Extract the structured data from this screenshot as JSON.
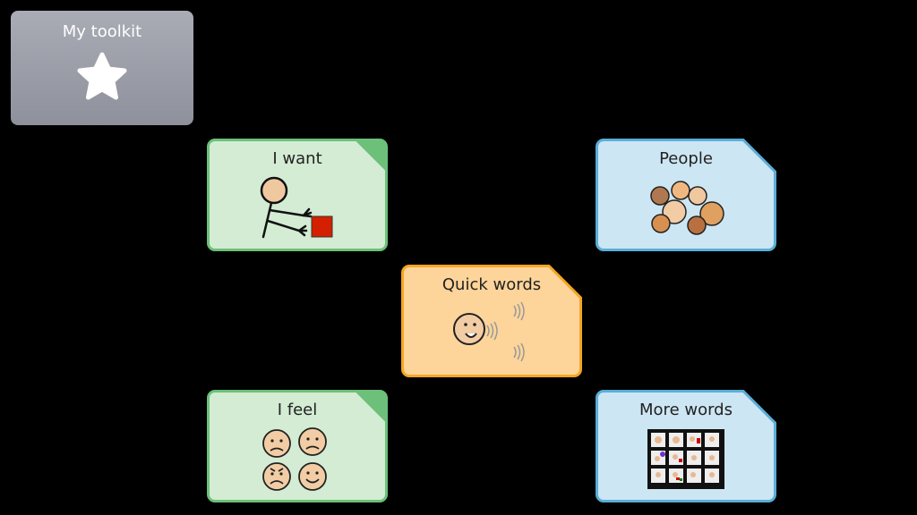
{
  "toolkit": {
    "label": "My toolkit",
    "icon": "star-icon"
  },
  "cards": [
    {
      "label": "I want",
      "color": "green"
    },
    {
      "label": "People",
      "color": "blue"
    },
    {
      "label": "Quick words",
      "color": "orange"
    },
    {
      "label": "I feel",
      "color": "green"
    },
    {
      "label": "More words",
      "color": "blue"
    }
  ],
  "colors": {
    "green_fill": "#d3ecd3",
    "green_border": "#6cc07a",
    "blue_fill": "#cde6f3",
    "blue_border": "#5aaed8",
    "orange_fill": "#fdd49a",
    "orange_border": "#f5a623"
  }
}
